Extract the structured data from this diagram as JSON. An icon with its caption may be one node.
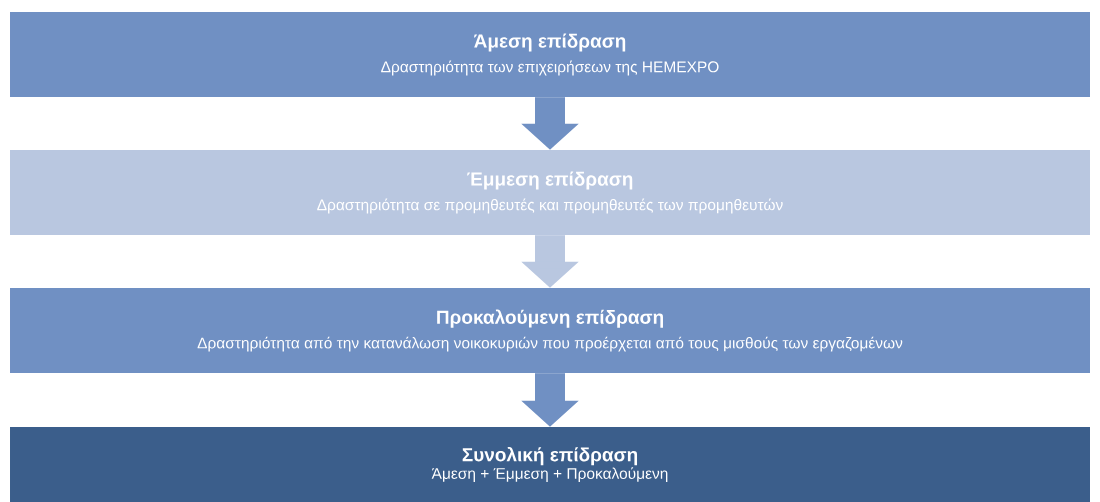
{
  "diagram": {
    "nodes": [
      {
        "text": [
          "Άμεση επίδραση",
          "Δραστηριότητα των επιχειρήσεων της HEMEXPO"
        ]
      },
      {
        "text": [
          "Έμμεση επίδραση",
          "Δραστηριότητα σε προμηθευτές και προμηθευτές των προμηθευτών"
        ]
      },
      {
        "text": [
          "Προκαλούμενη επίδραση",
          "Δραστηριότητα από την κατανάλωση νοικοκυριών που προέρχεται από τους μισθούς των εργαζομένων"
        ]
      },
      {
        "text": [
          "Συνολική επίδραση",
          "Άμεση + Έμμεση + Προκαλούμενη"
        ]
      }
    ],
    "edges": [
      {
        "from": 0,
        "to": 1,
        "arrow": "to"
      },
      {
        "from": 1,
        "to": 2,
        "arrow": "to",
        "color": "#b9c7e0"
      },
      {
        "from": 2,
        "to": 3,
        "arrow": "to"
      }
    ]
  }
}
